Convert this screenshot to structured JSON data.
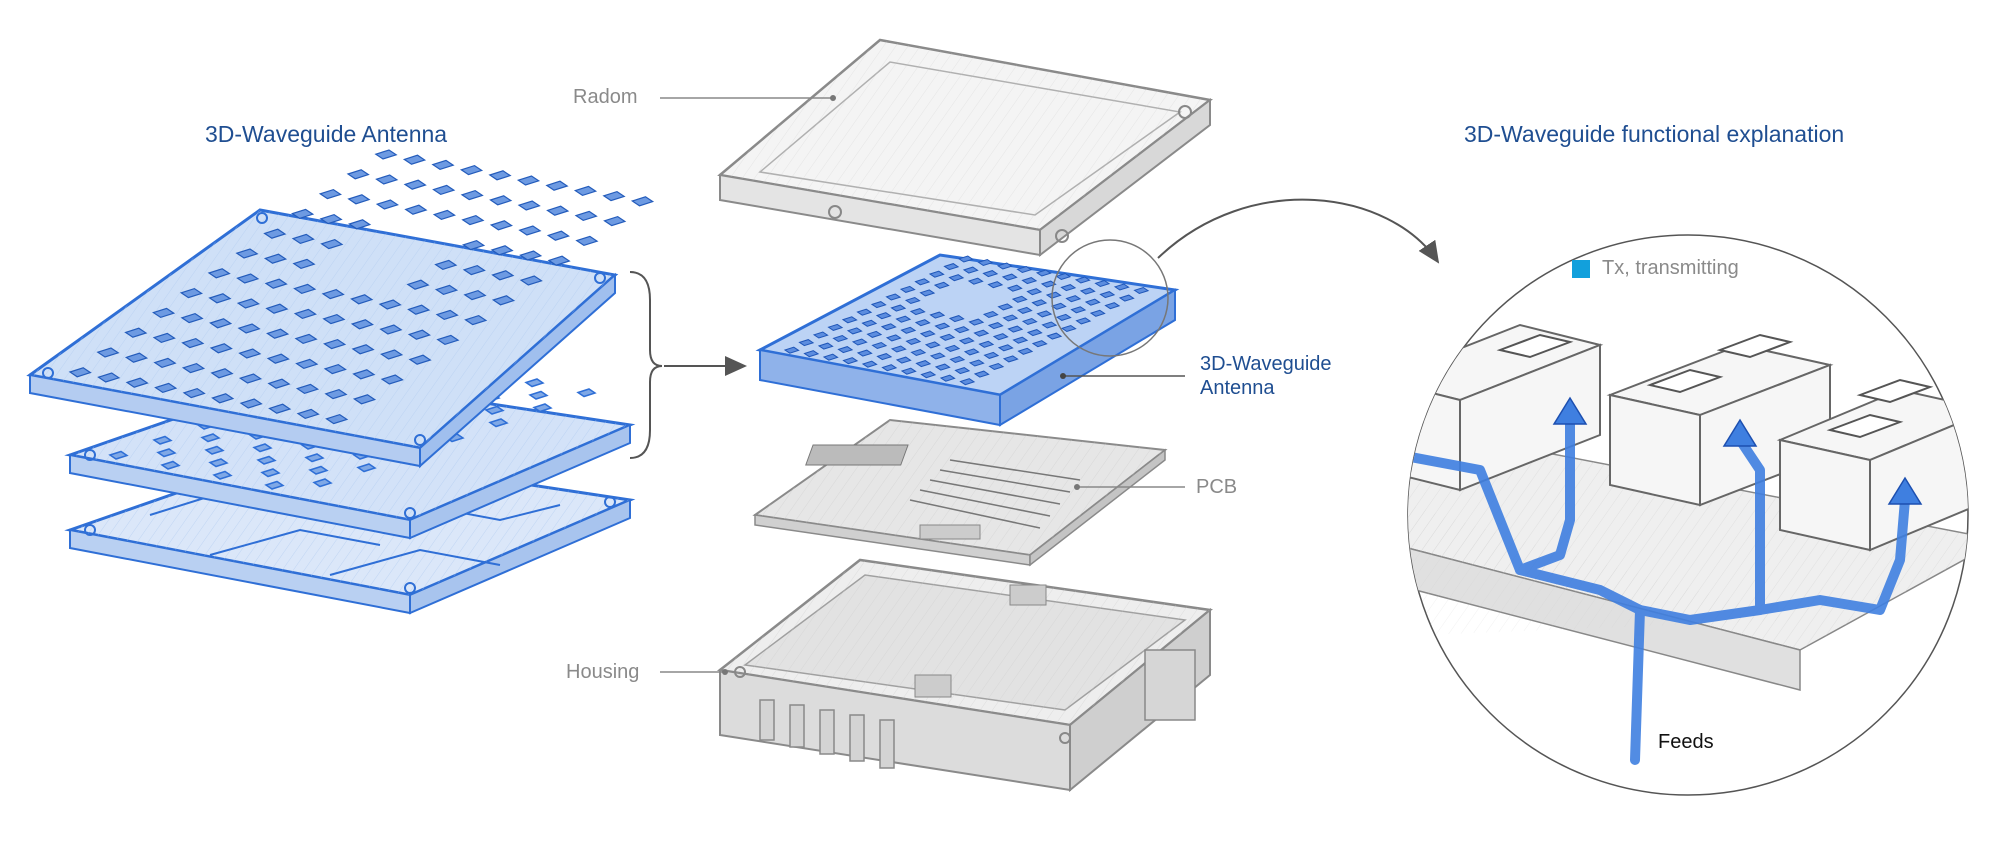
{
  "titles": {
    "left": "3D-Waveguide Antenna",
    "right": "3D-Waveguide functional explanation"
  },
  "labels": {
    "radom": "Radom",
    "antenna": "3D-Waveguide\nAntenna",
    "pcb": "PCB",
    "housing": "Housing",
    "feeds": "Feeds"
  },
  "legend": {
    "tx": "Tx, transmitting"
  },
  "colors": {
    "title_blue": "#1f4e91",
    "antenna_blue": "#2f6fd6",
    "antenna_fill": "#cfe0f7",
    "tx_swatch": "#12a0dc",
    "label_gray": "#8a8a8a",
    "sketch_gray": "#9a9a9a"
  }
}
